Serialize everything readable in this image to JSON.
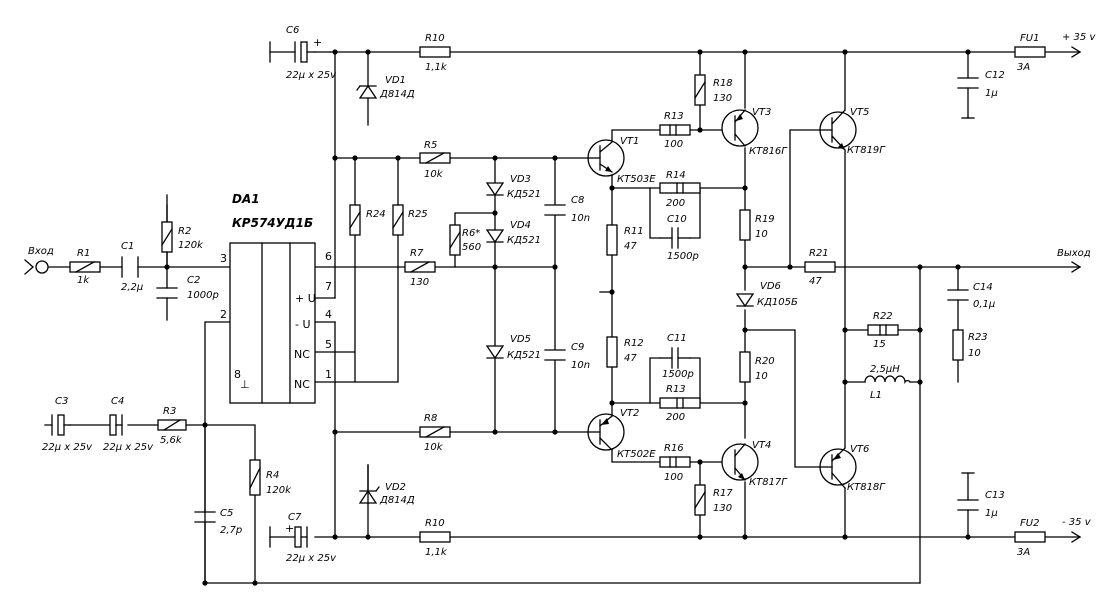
{
  "schematic": {
    "chip": {
      "ref": "DA1",
      "part": "КР574УД1Б",
      "pins": {
        "p1": "1",
        "p2": "2",
        "p3": "3",
        "p4": "4",
        "p5": "5",
        "p6": "6",
        "p7": "7",
        "p8": "8"
      },
      "labels": {
        "vplus": "+ U",
        "vminus": "- U",
        "nc1": "NC",
        "nc2": "NC",
        "gnd": "⊥"
      }
    },
    "io": {
      "input": "Вход",
      "output": "Выход",
      "vpos": "+ 35 v",
      "vneg": "- 35 v"
    },
    "components": {
      "R1": {
        "ref": "R1",
        "value": "1k"
      },
      "C1": {
        "ref": "C1",
        "value": "2,2μ"
      },
      "R2": {
        "ref": "R2",
        "value": "120k"
      },
      "C2": {
        "ref": "C2",
        "value": "1000p"
      },
      "C3": {
        "ref": "C3",
        "value": "22μ x 25v"
      },
      "C4": {
        "ref": "C4",
        "value": "22μ x 25v"
      },
      "R3": {
        "ref": "R3",
        "value": "5,6k"
      },
      "R4": {
        "ref": "R4",
        "value": "120k"
      },
      "C5": {
        "ref": "C5",
        "value": "2,7p"
      },
      "C6": {
        "ref": "C6",
        "value": "22μ x 25v"
      },
      "C7": {
        "ref": "C7",
        "value": "22μ x 25v"
      },
      "VD1": {
        "ref": "VD1",
        "value": "Д814Д"
      },
      "VD2": {
        "ref": "VD2",
        "value": "Д814Д"
      },
      "R10a": {
        "ref": "R10",
        "value": "1,1k"
      },
      "R10b": {
        "ref": "R10",
        "value": "1,1k"
      },
      "R5": {
        "ref": "R5",
        "value": "10k"
      },
      "R8": {
        "ref": "R8",
        "value": "10k"
      },
      "R24": {
        "ref": "R24"
      },
      "R25": {
        "ref": "R25"
      },
      "R6": {
        "ref": "R6*",
        "value": "560"
      },
      "R7": {
        "ref": "R7",
        "value": "130"
      },
      "VD3": {
        "ref": "VD3",
        "value": "КД521"
      },
      "VD4": {
        "ref": "VD4",
        "value": "КД521"
      },
      "VD5": {
        "ref": "VD5",
        "value": "КД521"
      },
      "C8": {
        "ref": "C8",
        "value": "10n"
      },
      "C9": {
        "ref": "C9",
        "value": "10n"
      },
      "VT1": {
        "ref": "VT1",
        "value": "КТ503Е"
      },
      "VT2": {
        "ref": "VT2",
        "value": "КТ502Е"
      },
      "R11": {
        "ref": "R11",
        "value": "47"
      },
      "R12": {
        "ref": "R12",
        "value": "47"
      },
      "R13a": {
        "ref": "R13",
        "value": "100"
      },
      "R13b": {
        "ref": "R13",
        "value": "200"
      },
      "R14": {
        "ref": "R14",
        "value": "200"
      },
      "C10": {
        "ref": "C10",
        "value": "1500p"
      },
      "C11": {
        "ref": "C11",
        "value": "1500p"
      },
      "R16": {
        "ref": "R16",
        "value": "100"
      },
      "R17": {
        "ref": "R17",
        "value": "130"
      },
      "R18": {
        "ref": "R18",
        "value": "130"
      },
      "VT3": {
        "ref": "VT3",
        "value": "КТ816Г"
      },
      "VT4": {
        "ref": "VT4",
        "value": "КТ817Г"
      },
      "R19": {
        "ref": "R19",
        "value": "10"
      },
      "R20": {
        "ref": "R20",
        "value": "10"
      },
      "VD6": {
        "ref": "VD6",
        "value": "КД105Б"
      },
      "VT5": {
        "ref": "VT5",
        "value": "КТ819Г"
      },
      "VT6": {
        "ref": "VT6",
        "value": "КТ818Г"
      },
      "R21": {
        "ref": "R21",
        "value": "47"
      },
      "R22": {
        "ref": "R22",
        "value": "15"
      },
      "R23": {
        "ref": "R23",
        "value": "10"
      },
      "L1": {
        "ref": "L1",
        "value": "2,5μH"
      },
      "C12": {
        "ref": "C12",
        "value": "1μ"
      },
      "C13": {
        "ref": "C13",
        "value": "1μ"
      },
      "C14": {
        "ref": "C14",
        "value": "0,1μ"
      },
      "FU1": {
        "ref": "FU1",
        "value": "3A"
      },
      "FU2": {
        "ref": "FU2",
        "value": "3A"
      }
    }
  }
}
